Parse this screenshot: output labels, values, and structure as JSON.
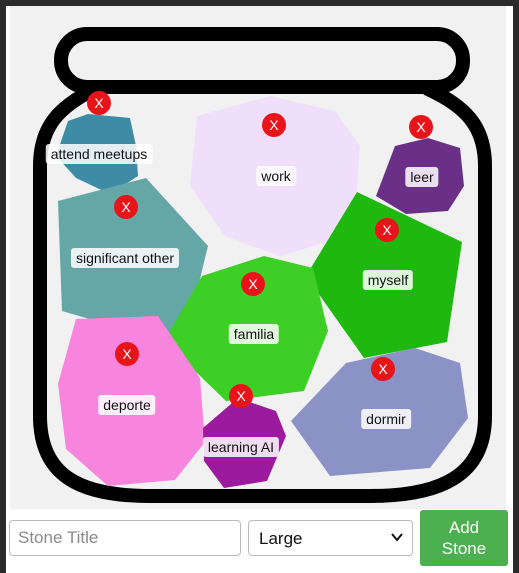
{
  "stones": [
    {
      "title": "work",
      "color": "#f0dffa"
    },
    {
      "title": "leer",
      "color": "#6a2f86"
    },
    {
      "title": "attend meetups",
      "color": "#3d8ba5"
    },
    {
      "title": "significant other",
      "color": "#64a7a6"
    },
    {
      "title": "myself",
      "color": "#1fb80f"
    },
    {
      "title": "familia",
      "color": "#3ecf26"
    },
    {
      "title": "deporte",
      "color": "#f784dd"
    },
    {
      "title": "dormir",
      "color": "#8b92c6"
    },
    {
      "title": "learning AI",
      "color": "#9c1a9e"
    }
  ],
  "remove_symbol": "X",
  "controls": {
    "title_placeholder": "Stone Title",
    "size_selected": "Large",
    "add_button_line1": "Add",
    "add_button_line2": "Stone"
  },
  "colors": {
    "jar_outline": "#000000",
    "remove_button": "#e8141a",
    "add_button": "#4caf50"
  }
}
